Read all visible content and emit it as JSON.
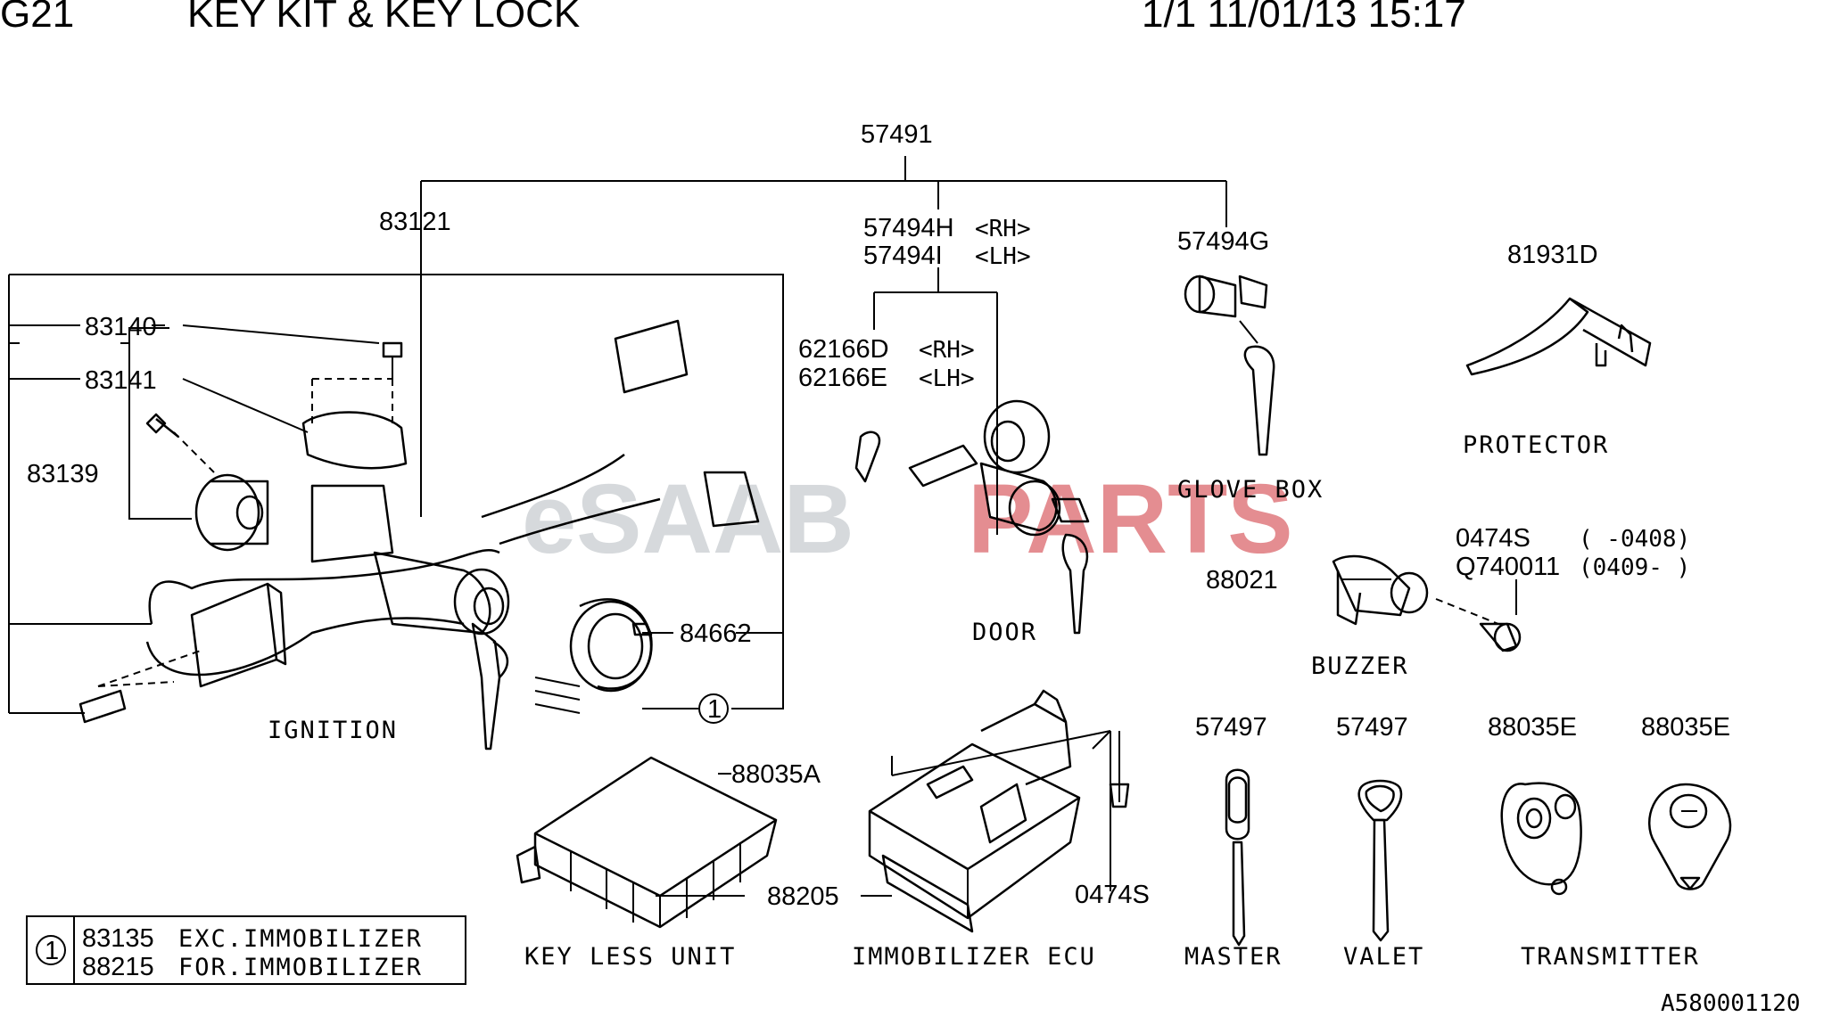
{
  "header": {
    "code": "G21",
    "title": "KEY KIT & KEY LOCK",
    "page_date": "1/1 11/01/13 15:17"
  },
  "watermark": {
    "prefix": "eSAAB",
    "suffix": "PARTS",
    "prefix_color": "#cfd3d6",
    "suffix_color": "#e07a7e"
  },
  "parts": {
    "p57491": "57491",
    "p83121": "83121",
    "p57494H": "57494H",
    "p57494H_side": "<RH>",
    "p57494I": "57494I",
    "p57494I_side": "<LH>",
    "p57494G": "57494G",
    "p81931D": "81931D",
    "p83140": "83140",
    "p83141": "83141",
    "p83139": "83139",
    "p62166D": "62166D",
    "p62166D_side": "<RH>",
    "p62166E": "62166E",
    "p62166E_side": "<LH>",
    "p0474S_a": "0474S",
    "p0474S_a_range": "(    -0408)",
    "pQ740011": "Q740011",
    "pQ740011_range": "(0409-    )",
    "p88021": "88021",
    "p84662": "84662",
    "ref1": "1",
    "p88035A": "88035A",
    "p57497_master": "57497",
    "p57497_valet": "57497",
    "p88035E_1": "88035E",
    "p88035E_2": "88035E",
    "p88205": "88205",
    "p0474S_b": "0474S"
  },
  "captions": {
    "ignition": "IGNITION",
    "door": "DOOR",
    "glove_box": "GLOVE BOX",
    "protector": "PROTECTOR",
    "buzzer": "BUZZER",
    "keyless_unit": "KEY LESS UNIT",
    "immobilizer_ecu": "IMMOBILIZER ECU",
    "master": "MASTER",
    "valet": "VALET",
    "transmitter": "TRANSMITTER"
  },
  "legend": {
    "marker": "1",
    "rows": [
      {
        "part": "83135",
        "desc": "EXC.IMMOBILIZER"
      },
      {
        "part": "88215",
        "desc": "FOR.IMMOBILIZER"
      }
    ]
  },
  "footer": {
    "ref_code": "A580001120"
  }
}
